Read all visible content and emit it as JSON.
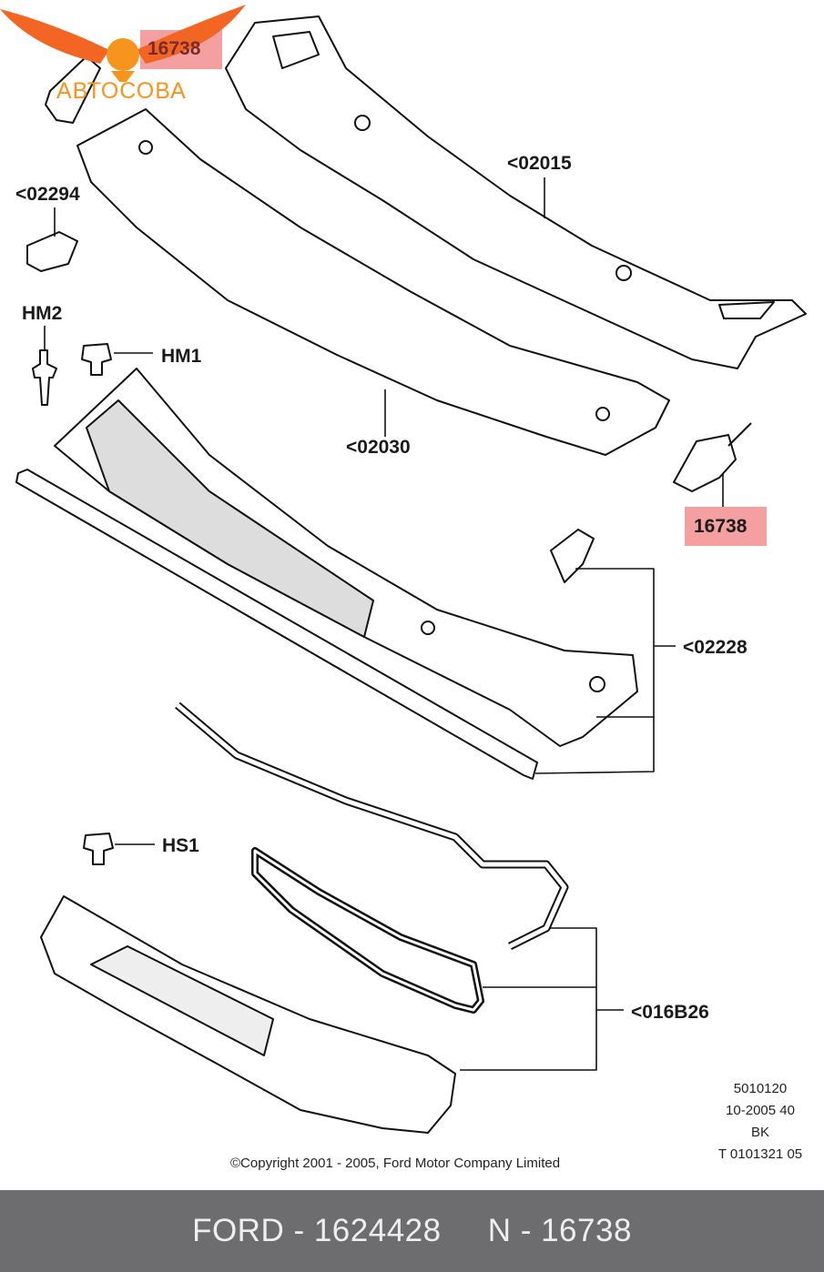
{
  "logo": {
    "text": "АВТОСОВА",
    "color": "#f26522"
  },
  "callouts": {
    "top_16738": "16738",
    "c02294": "<02294",
    "hm2": "HM2",
    "hm1": "HM1",
    "c02015": "<02015",
    "c02030": "<02030",
    "right_16738": "16738",
    "c02228": "<02228",
    "hs1": "HS1",
    "c016b26": "<016B26"
  },
  "highlight_color": "#f4a0a0",
  "info": [
    "5010120",
    "10-2005 40",
    "BK",
    "T 0101321 05"
  ],
  "copyright": "©Copyright 2001 - 2005, Ford Motor Company Limited",
  "footer": {
    "text": "FORD - 1624428     N - 16738"
  }
}
